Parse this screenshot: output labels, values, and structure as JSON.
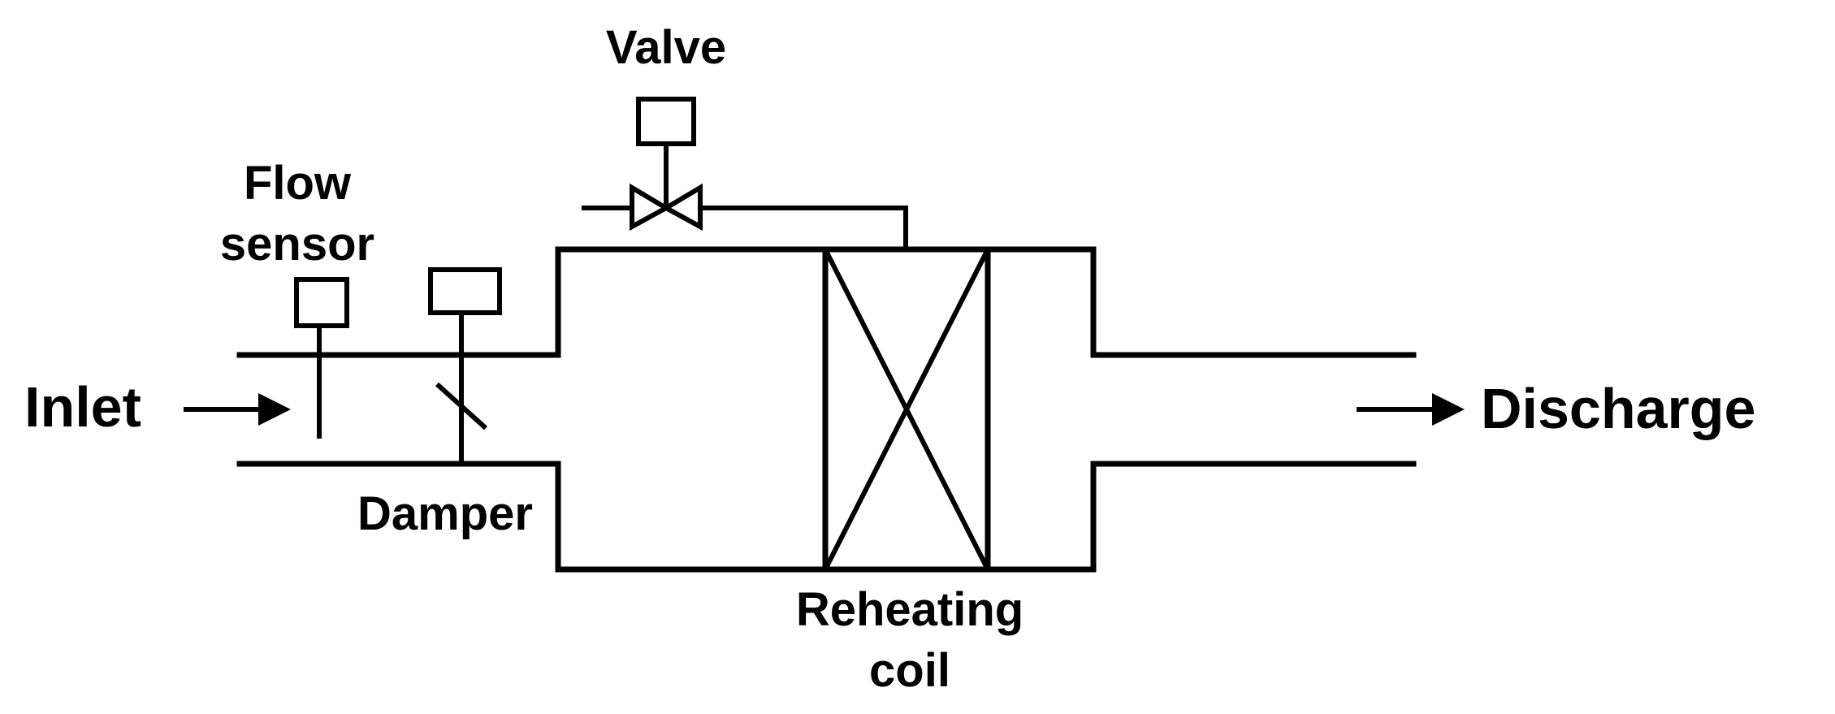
{
  "labels": {
    "valve": "Valve",
    "flow_sensor_line1": "Flow",
    "flow_sensor_line2": "sensor",
    "inlet": "Inlet",
    "damper": "Damper",
    "reheating_coil_line1": "Reheating",
    "reheating_coil_line2": "coil",
    "discharge": "Discharge"
  },
  "colors": {
    "stroke": "#000000",
    "background": "#ffffff"
  }
}
